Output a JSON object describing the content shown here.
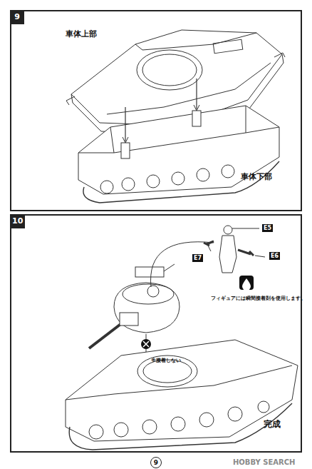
{
  "diagram": {
    "nodes": [
      {
        "text": [
          "9"
        ]
      },
      {
        "text": [
          "10"
        ]
      }
    ],
    "labels": [
      "車体上部",
      "車体下部",
      "E5",
      "E7",
      "E6",
      "フィギュアには瞬間接着剤を使用します。",
      "※接着しない",
      "完成",
      "9",
      "HOBBY SEARCH"
    ]
  }
}
